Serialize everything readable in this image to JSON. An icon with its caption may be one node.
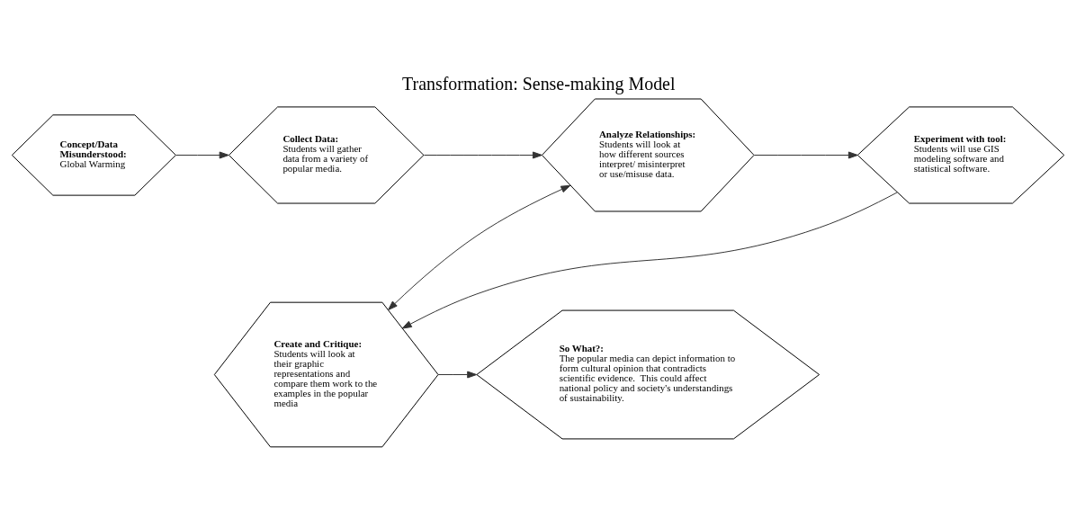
{
  "diagram": {
    "title": "Transformation: Sense-making Model",
    "nodes": [
      {
        "text": [
          "Concept/Data Misunderstood:",
          "Global Warming"
        ]
      },
      {
        "text": [
          "Collect Data:",
          "Students will gather data from a variety of popular media."
        ]
      },
      {
        "text": [
          "Analyze Relationships:",
          "Students will look at how different sources interpret/ misinterpret or use/misuse data."
        ]
      },
      {
        "text": [
          "Experiment with tool:",
          "Students will use GIS modeling software and statistical software."
        ]
      },
      {
        "text": [
          "Create and Critique:",
          "Students will look at their graphic representations and compare them work to the examples in the popular media"
        ]
      },
      {
        "text": [
          "So What?:",
          "The popular media can depict information to form cultural opinion that contradicts scientific evidence.  This could affect national policy and society's understandings of sustainability."
        ]
      }
    ],
    "edges": [
      {
        "from": 0,
        "to": 1,
        "arrow": "to"
      },
      {
        "from": 1,
        "to": 2,
        "arrow": "to"
      },
      {
        "from": 2,
        "to": 3,
        "arrow": "to"
      },
      {
        "from": 2,
        "to": 4,
        "arrow": "both"
      },
      {
        "from": 4,
        "to": 5,
        "arrow": "to"
      },
      {
        "from": 3,
        "to": 4,
        "arrow": "to"
      }
    ]
  }
}
